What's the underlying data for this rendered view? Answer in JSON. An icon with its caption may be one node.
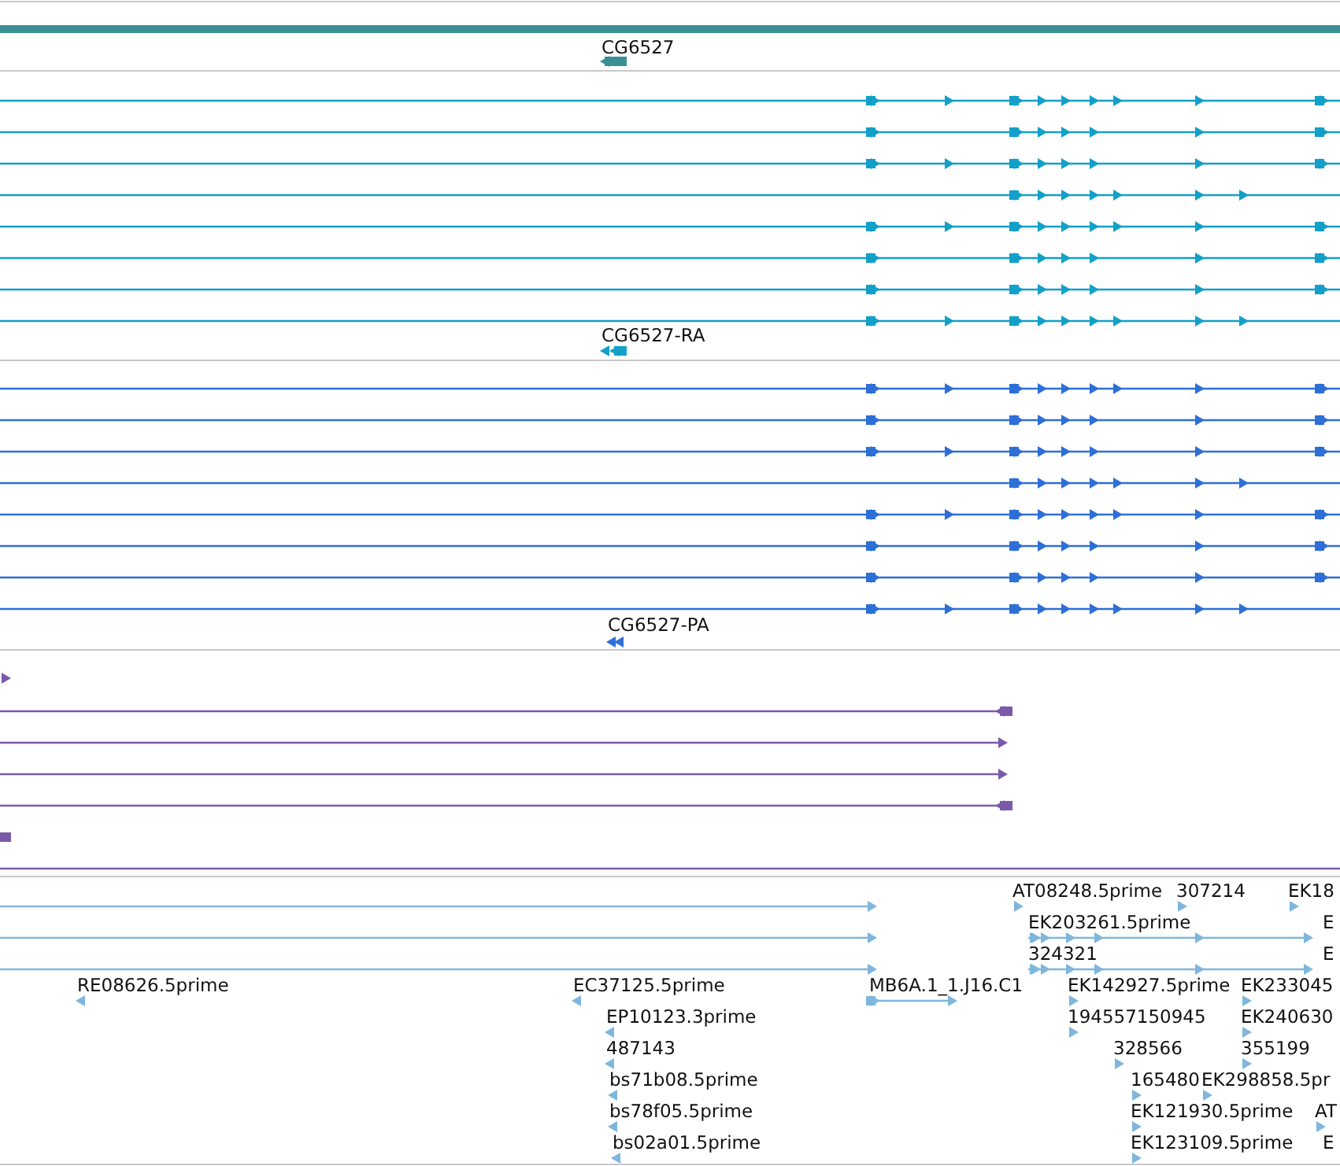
{
  "diagram": {
    "labels": [
      "CG6527",
      "CG6527-RA",
      "CG6527-PA",
      "AT08248.5prime",
      "307214",
      "EK18",
      "EK203261.5prime",
      "E",
      "324321",
      "E",
      "RE08626.5prime",
      "EC37125.5prime",
      "MB6A.1_1.J16.C1",
      "EK142927.5prime",
      "EK233045",
      "EP10123.3prime",
      "194557150945",
      "EK240630",
      "487143",
      "328566",
      "355199",
      "bs71b08.5prime",
      "165480",
      "EK298858.5pr",
      "bs78f05.5prime",
      "EK121930.5prime",
      "AT",
      "bs02a01.5prime",
      "EK123109.5prime",
      "E"
    ]
  }
}
